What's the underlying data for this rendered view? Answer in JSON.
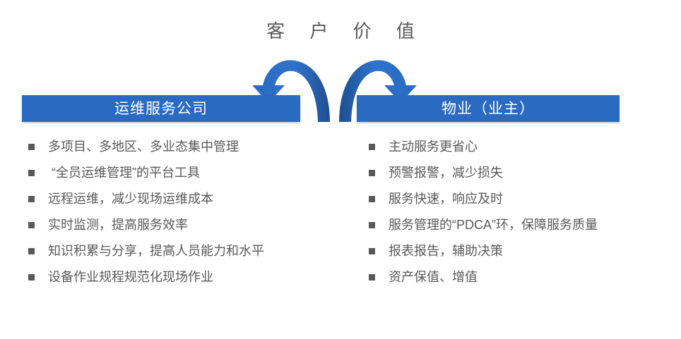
{
  "slide": {
    "title": "客 户 价 值",
    "colors": {
      "header_box_fill": "#2a6ac1",
      "arrow_fill": "#2a6ac1",
      "text": "#595959",
      "header_text": "#ffffff",
      "background": "#ffffff"
    }
  },
  "columns": [
    {
      "header": "运维服务公司",
      "bullets": [
        "多项目、多地区、多业态集中管理",
        " “全员运维管理”的平台工具",
        "远程运维，减少现场运维成本",
        "实时监测，提高服务效率",
        "知识积累与分享，提高人员能力和水平",
        "设备作业规程规范化现场作业"
      ]
    },
    {
      "header": "物业（业主）",
      "bullets": [
        "主动服务更省心",
        "预警报警，减少损失",
        "服务快速，响应及时",
        "服务管理的“PDCA”环，保障服务质量",
        "报表报告，辅助决策",
        "资产保值、增值"
      ]
    }
  ],
  "arrows": [
    {
      "name": "arc-arrow-to-left-box",
      "direction": "left-down"
    },
    {
      "name": "arc-arrow-to-right-box",
      "direction": "right-down"
    }
  ]
}
